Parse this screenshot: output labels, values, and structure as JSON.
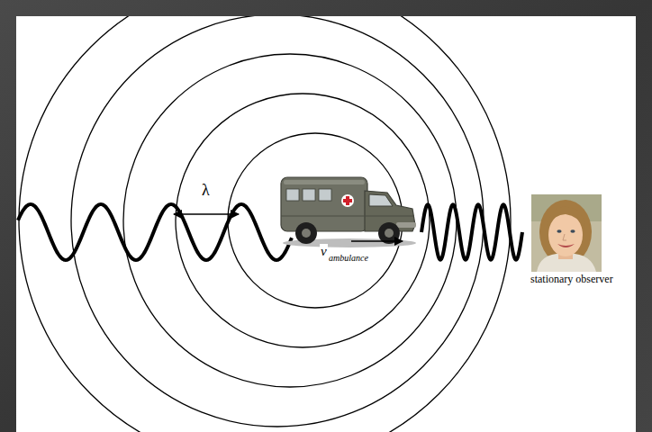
{
  "diagram": {
    "labels": [
      "λ",
      "v",
      "ambulance",
      "stationary observer"
    ]
  }
}
